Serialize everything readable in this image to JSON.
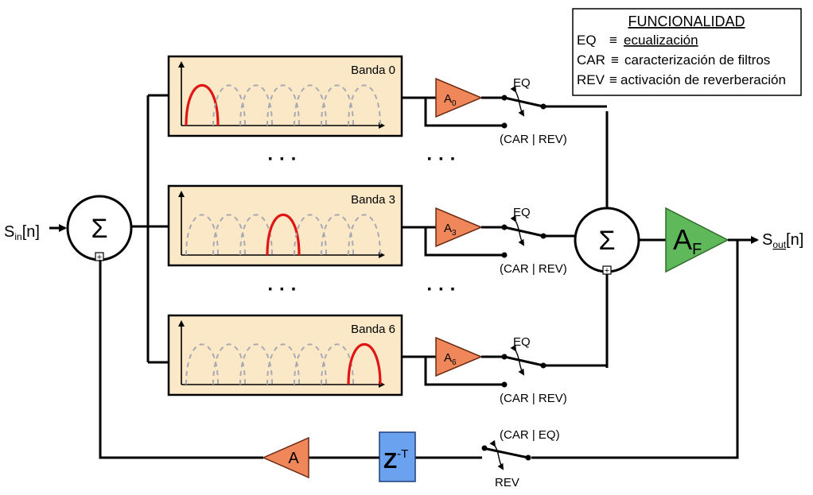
{
  "legend": {
    "title": "FUNCIONALIDAD",
    "rows": [
      {
        "key": "EQ",
        "sep": "≡",
        "value": "ecualización"
      },
      {
        "key": "CAR",
        "sep": "≡",
        "value": "caracterización de filtros"
      },
      {
        "key": "REV",
        "sep": "≡",
        "value": "activación de reverberación"
      }
    ]
  },
  "input_signal": {
    "base": "S",
    "sub": "in",
    "rest": "[n]"
  },
  "output_signal": {
    "base": "S",
    "sub": "out",
    "rest": "[n]"
  },
  "sum_symbol": "Σ",
  "plus_symbol": "+",
  "ellipsis": "· · ·",
  "bands": [
    {
      "label": "Banda 0",
      "amp_base": "A",
      "amp_sub": "0",
      "switch_up": "EQ",
      "switch_down": "(CAR | REV)",
      "active_index": 0
    },
    {
      "label": "Banda 3",
      "amp_base": "A",
      "amp_sub": "3",
      "switch_up": "EQ",
      "switch_down": "(CAR | REV)",
      "active_index": 3
    },
    {
      "label": "Banda 6",
      "amp_base": "A",
      "amp_sub": "6",
      "switch_up": "EQ",
      "switch_down": "(CAR | REV)",
      "active_index": 6
    }
  ],
  "final_amp": {
    "base": "A",
    "sub": "F",
    "color": "#5fb85a"
  },
  "feedback": {
    "amp_label": "A",
    "delay": {
      "base": "Z",
      "sup": "-T",
      "color": "#6aa2f0"
    },
    "switch_up": "(CAR | EQ)",
    "switch_down": "REV"
  },
  "colors": {
    "band_fill": "#fbe8c7",
    "amp_fill": "#f0875a",
    "active_hump": "#e01515",
    "inactive_hump": "#a9a9b3"
  }
}
